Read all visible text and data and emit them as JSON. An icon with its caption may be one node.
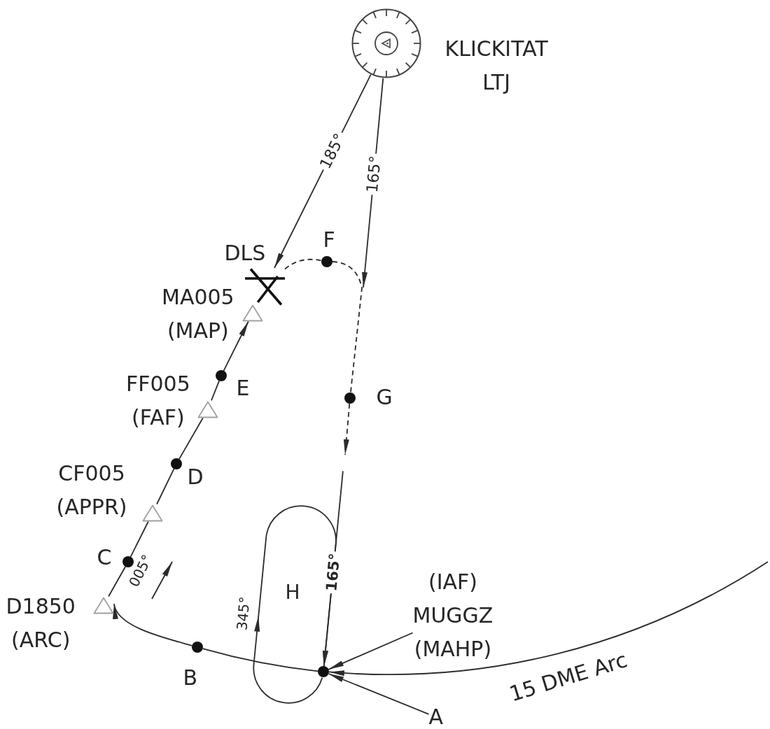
{
  "diagram": {
    "nodes": [
      {
        "text": [],
        "shape": "circle",
        "beside": [
          "KLICKITAT LTJ"
        ]
      },
      {
        "text": [],
        "shape": "dot",
        "beside": [
          "F"
        ]
      },
      {
        "text": [],
        "shape": "cross",
        "beside": [
          "DLS"
        ]
      },
      {
        "text": [],
        "shape": "triangle",
        "beside": [
          "MA005 (MAP)"
        ]
      },
      {
        "text": [],
        "shape": "dot",
        "beside": [
          "E"
        ]
      },
      {
        "text": [],
        "shape": "dot",
        "beside": [
          "G"
        ]
      },
      {
        "text": [],
        "shape": "triangle",
        "beside": [
          "FF005 (FAF)"
        ]
      },
      {
        "text": [],
        "shape": "dot",
        "beside": [
          "D"
        ]
      },
      {
        "text": [],
        "shape": "triangle",
        "beside": [
          "CF005 (APPR)"
        ]
      },
      {
        "text": [],
        "shape": "dot",
        "beside": [
          "C"
        ]
      },
      {
        "text": [
          "(IAF) MUGGZ (MAHP)"
        ]
      },
      {
        "text": [],
        "shape": "triangle",
        "beside": [
          "D1850 (ARC)"
        ]
      },
      {
        "text": [],
        "shape": "dot",
        "beside": [
          "B"
        ]
      },
      {
        "text": [],
        "shape": "dot"
      },
      {
        "text": [
          "A"
        ]
      }
    ],
    "edges": [
      {
        "from": 0,
        "to": 2,
        "arrow": "to",
        "label": "185°"
      },
      {
        "from": 0,
        "to": null,
        "arrow": "to",
        "label": "165°"
      },
      {
        "from": 2,
        "to": 1,
        "arrow": "none",
        "style": "dashed"
      },
      {
        "from": 1,
        "to": 5,
        "arrow": "none",
        "style": "dashed"
      },
      {
        "from": 5,
        "to": null,
        "arrow": "to",
        "style": "dashed"
      },
      {
        "from": null,
        "to": 13,
        "arrow": "to",
        "label": "165°"
      },
      {
        "from": 13,
        "to": 13,
        "arrow": "to",
        "label": "345°"
      },
      {
        "from": null,
        "to": 13,
        "arrow": "to",
        "label": "15 DME Arc"
      },
      {
        "from": 10,
        "to": 13,
        "arrow": "to"
      },
      {
        "from": 14,
        "to": 13,
        "arrow": "to"
      },
      {
        "from": 13,
        "to": 12,
        "arrow": "none"
      },
      {
        "from": 12,
        "to": 11,
        "arrow": "to"
      },
      {
        "from": 11,
        "to": 9,
        "arrow": "none"
      },
      {
        "from": 9,
        "to": 8,
        "arrow": "none"
      },
      {
        "from": 8,
        "to": 7,
        "arrow": "none"
      },
      {
        "from": 7,
        "to": 6,
        "arrow": "none"
      },
      {
        "from": 6,
        "to": 4,
        "arrow": "none"
      },
      {
        "from": 4,
        "to": 3,
        "arrow": "to"
      }
    ],
    "labels": [
      "005°",
      "H"
    ]
  }
}
